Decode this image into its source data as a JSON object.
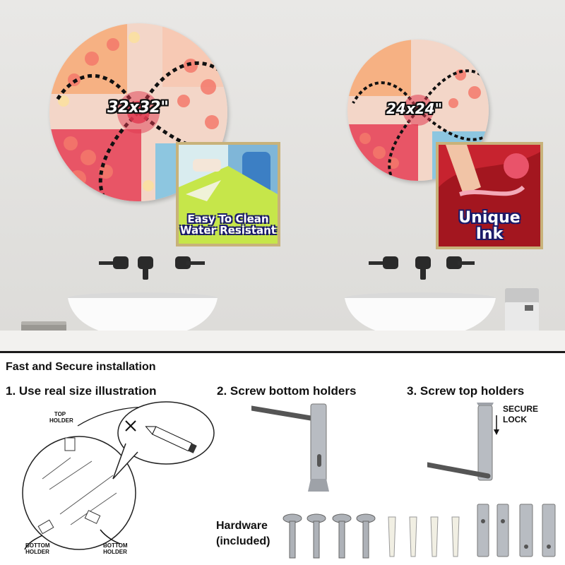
{
  "scene": {
    "left_art": {
      "size_label": "32x32\"",
      "inset_caption_line1": "Easy To Clean",
      "inset_caption_line2": "Water Resistant"
    },
    "right_art": {
      "size_label": "24x24\"",
      "inset_caption_line1": "Unique",
      "inset_caption_line2": "Ink"
    },
    "colors": {
      "inset_border": "#c8b27a",
      "wall": "#e5e4e1",
      "caption_outline": "#1a1a6a"
    }
  },
  "instructions": {
    "title": "Fast and Secure installation",
    "step1": {
      "label": "1. Use real size illustration",
      "top_holder": "TOP HOLDER",
      "bottom_holder_left": "BOTTOM HOLDER",
      "bottom_holder_right": "BOTTOM HOLDER"
    },
    "step2": {
      "label": "2. Screw bottom holders"
    },
    "step3": {
      "label": "3. Screw top holders",
      "secure_line1": "SECURE",
      "secure_line2": "LOCK"
    },
    "hardware": {
      "line1": "Hardware",
      "line2": "(included)"
    }
  }
}
